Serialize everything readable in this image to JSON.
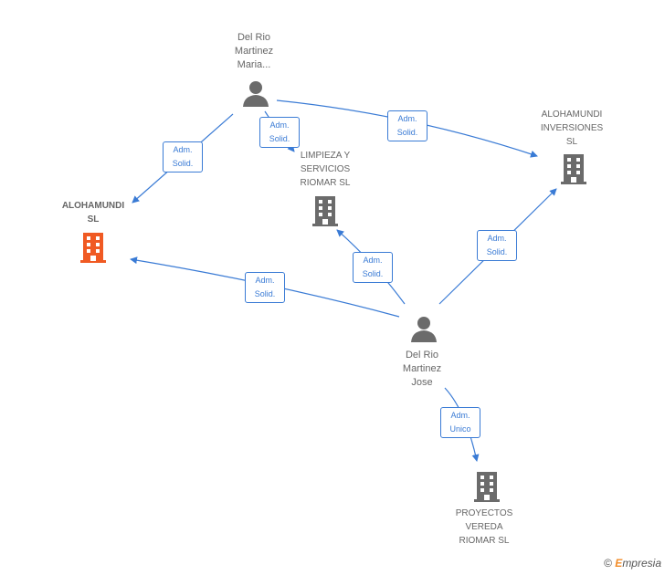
{
  "nodes": {
    "person_maria": {
      "label": "Del Rio\nMartinez\nMaria..."
    },
    "person_jose": {
      "label": "Del Rio\nMartinez\nJose"
    },
    "company_alohamundi_sl": {
      "label": "ALOHAMUNDI\nSL",
      "color": "#f05a23"
    },
    "company_limpieza": {
      "label": "LIMPIEZA Y\nSERVICIOS\nRIOMAR  SL",
      "color": "#6b6b6b"
    },
    "company_alohamundi_inv": {
      "label": "ALOHAMUNDI\nINVERSIONES\nSL",
      "color": "#6b6b6b"
    },
    "company_proyectos": {
      "label": "PROYECTOS\nVEREDA\nRIOMAR  SL",
      "color": "#6b6b6b"
    }
  },
  "edges": [
    {
      "from": "person_maria",
      "to": "company_alohamundi_sl",
      "label": "Adm.\nSolid."
    },
    {
      "from": "person_maria",
      "to": "company_limpieza",
      "label": "Adm.\nSolid."
    },
    {
      "from": "person_maria",
      "to": "company_alohamundi_inv",
      "label": "Adm.\nSolid."
    },
    {
      "from": "person_jose",
      "to": "company_limpieza",
      "label": "Adm.\nSolid."
    },
    {
      "from": "person_jose",
      "to": "company_alohamundi_inv",
      "label": "Adm.\nSolid."
    },
    {
      "from": "person_jose",
      "to": "company_alohamundi_sl",
      "label": "Adm.\nSolid."
    },
    {
      "from": "person_jose",
      "to": "company_proyectos",
      "label": "Adm.\nUnico"
    }
  ],
  "colors": {
    "edge": "#3a7bd5",
    "person_icon": "#6b6b6b"
  },
  "brand": {
    "symbol": "©",
    "e": "E",
    "rest": "mpresia"
  }
}
